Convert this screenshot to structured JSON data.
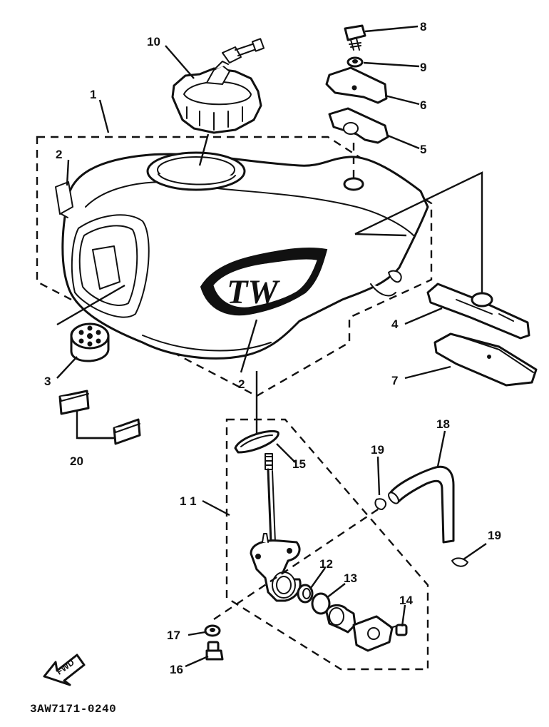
{
  "diagram": {
    "code": "3AW7171-0240",
    "fwd_label": "FWD",
    "tank_logo": "TW",
    "callouts": {
      "p1": "1",
      "p2a": "2",
      "p2b": "2",
      "p3": "3",
      "p4": "4",
      "p5": "5",
      "p6": "6",
      "p7": "7",
      "p8": "8",
      "p9": "9",
      "p10": "10",
      "p11": "1 1",
      "p12": "12",
      "p13": "13",
      "p14": "14",
      "p15": "15",
      "p16": "16",
      "p17": "17",
      "p18": "18",
      "p19a": "19",
      "p19b": "19",
      "p20": "20"
    }
  },
  "colors": {
    "line": "#111111",
    "paper": "#ffffff"
  }
}
